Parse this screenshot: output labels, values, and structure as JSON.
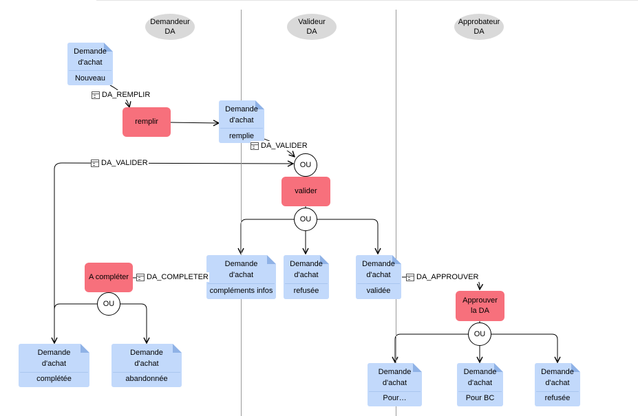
{
  "lanes": [
    {
      "id": "demandeur",
      "label": "Demandeur\nDA"
    },
    {
      "id": "valideur",
      "label": "Valideur\nDA"
    },
    {
      "id": "approbateur",
      "label": "Approbateur\nDA"
    }
  ],
  "doc_title": "Demande\nd'achat",
  "documents": [
    {
      "id": "doc-nouveau",
      "state": "Nouveau"
    },
    {
      "id": "doc-remplie",
      "state": "remplie"
    },
    {
      "id": "doc-complements",
      "state": "compléments infos"
    },
    {
      "id": "doc-refusee-valideur",
      "state": "refusée"
    },
    {
      "id": "doc-validee",
      "state": "validée"
    },
    {
      "id": "doc-completee",
      "state": "complétée"
    },
    {
      "id": "doc-abandonnee",
      "state": "abandonnée"
    },
    {
      "id": "doc-pour",
      "state": "Pour…"
    },
    {
      "id": "doc-pour-bc",
      "state": "Pour BC"
    },
    {
      "id": "doc-refusee-approbateur",
      "state": "refusée"
    }
  ],
  "actions": [
    {
      "id": "act-remplir",
      "label": "remplir"
    },
    {
      "id": "act-valider",
      "label": "valider"
    },
    {
      "id": "act-completer",
      "label": "A compléter"
    },
    {
      "id": "act-approuver",
      "label": "Approuver\nla DA"
    }
  ],
  "gateway_label": "OU",
  "triggers": [
    {
      "id": "trg-remplir",
      "label": "DA_REMPLIR"
    },
    {
      "id": "trg-valider-top",
      "label": "DA_VALIDER"
    },
    {
      "id": "trg-valider-left",
      "label": "DA_VALIDER"
    },
    {
      "id": "trg-completer",
      "label": "DA_COMPLETER"
    },
    {
      "id": "trg-approuver",
      "label": "DA_APPROUVER"
    }
  ],
  "colors": {
    "document": "#c2d9fb",
    "action": "#f7707c",
    "lane_header": "#d9d9d9",
    "lane_line": "#9a9a9a"
  }
}
